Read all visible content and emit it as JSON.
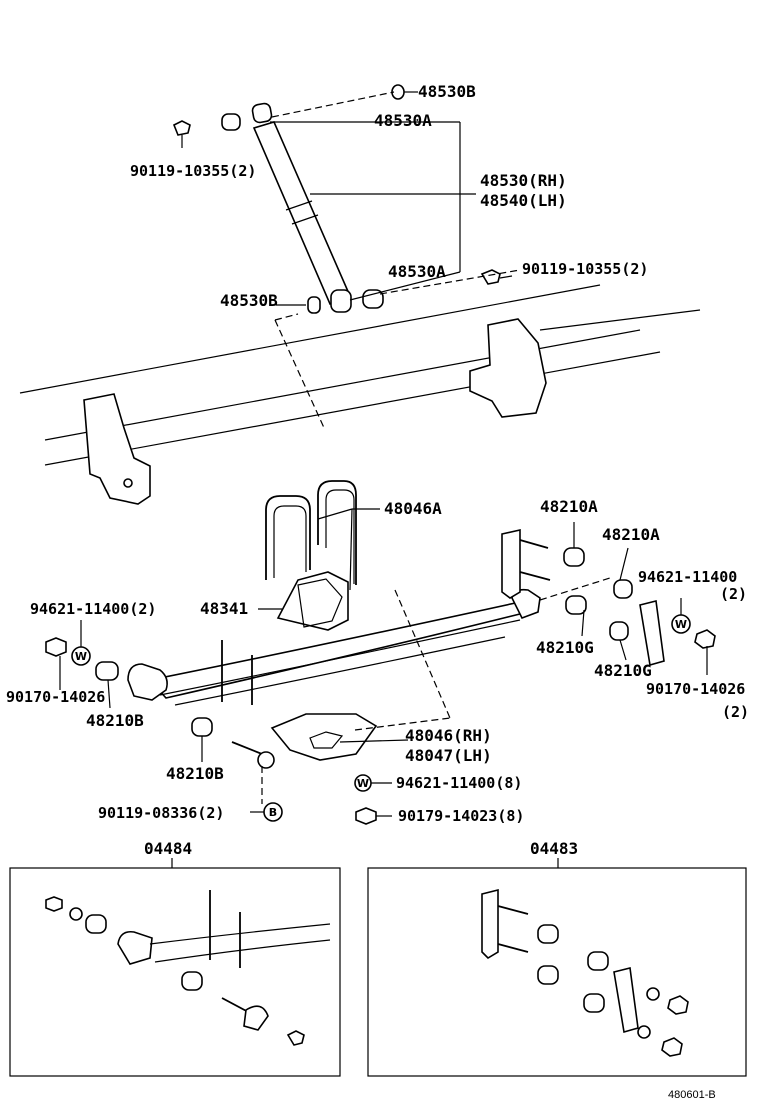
{
  "labels": {
    "bushing_b_top": "48530B",
    "bushing_a_top": "48530A",
    "bolt_upper": "90119-10355(2)",
    "shock_rh": "48530(RH)",
    "shock_lh": "48540(LH)",
    "bushing_a_lower": "48530A",
    "bolt_lower": "90119-10355(2)",
    "bushing_b_lower": "48530B",
    "u_bolt": "48046A",
    "bushing_210a_1": "48210A",
    "bushing_210a_2": "48210A",
    "washer_right": "94621-11400",
    "washer_right_qty": "(2)",
    "spring_seat": "48341",
    "washer_left": "94621-11400(2)",
    "bushing_210g_1": "48210G",
    "bushing_210g_2": "48210G",
    "nut_right": "90170-14026",
    "nut_right_qty": "(2)",
    "nut_left": "90170-14026",
    "bushing_210b_1": "48210B",
    "plate_rh": "48046(RH)",
    "plate_lh": "48047(LH)",
    "bushing_210b_2": "48210B",
    "washer_bottom": "94621-11400(8)",
    "bolt_bottom": "90119-08336(2)",
    "nut_bottom": "90179-14023(8)",
    "kit_left": "04484",
    "kit_right": "04483",
    "diagram_code": "480601-B"
  },
  "markers": {
    "washer": "W",
    "bolt_ref": "B"
  },
  "icons": [
    "bolt-icon",
    "washer-icon",
    "nut-icon",
    "bushing-icon",
    "shock-absorber-icon",
    "leaf-spring-icon",
    "u-bolt-icon",
    "shackle-icon"
  ]
}
